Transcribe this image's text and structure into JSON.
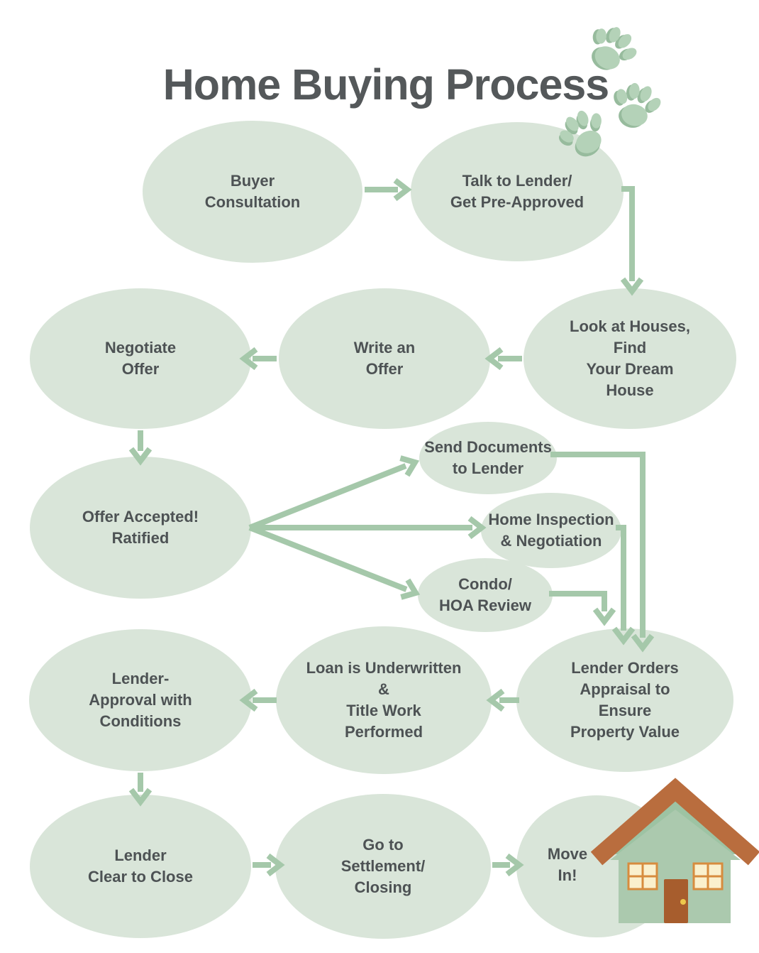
{
  "title": "Home Buying Process",
  "nodes": [
    {
      "id": "buyer-consultation",
      "label": "Buyer\nConsultation"
    },
    {
      "id": "talk-to-lender",
      "label": "Talk to Lender/\nGet Pre-Approved"
    },
    {
      "id": "look-at-houses",
      "label": "Look at Houses, Find\nYour Dream House"
    },
    {
      "id": "write-an-offer",
      "label": "Write an\nOffer"
    },
    {
      "id": "negotiate-offer",
      "label": "Negotiate\nOffer"
    },
    {
      "id": "offer-accepted",
      "label": "Offer Accepted!\nRatified"
    },
    {
      "id": "send-documents",
      "label": "Send Documents\nto Lender"
    },
    {
      "id": "home-inspection",
      "label": "Home Inspection\n& Negotiation"
    },
    {
      "id": "condo-hoa-review",
      "label": "Condo/\nHOA Review"
    },
    {
      "id": "lender-orders-appraisal",
      "label": "Lender Orders\nAppraisal to Ensure\nProperty Value"
    },
    {
      "id": "loan-underwritten",
      "label": "Loan is Underwritten\n&\nTitle Work\nPerformed"
    },
    {
      "id": "lender-approval",
      "label": "Lender-\nApproval with\nConditions"
    },
    {
      "id": "lender-clear-to-close",
      "label": "Lender\nClear to Close"
    },
    {
      "id": "go-to-settlement",
      "label": "Go to\nSettlement/\nClosing"
    },
    {
      "id": "move-in",
      "label": "Move\nIn!"
    }
  ],
  "decorations": {
    "paw_prints": 3,
    "house": "move-in house illustration"
  },
  "colors": {
    "node_fill": "#d9e5d9",
    "connector": "#a5c8aa",
    "node_text": "#4d5254",
    "title_text": "#54585a",
    "paw": "#b4d2b8",
    "paw_shadow": "#97bb9d",
    "house_wall": "#abc9ae",
    "house_gable_trim": "#9dc3a3",
    "house_roof": "#b96d3e",
    "house_door": "#a75d2d",
    "house_window": "#faf0cd",
    "house_window_frame": "#d78c3e",
    "house_doorknob": "#edc84c"
  }
}
